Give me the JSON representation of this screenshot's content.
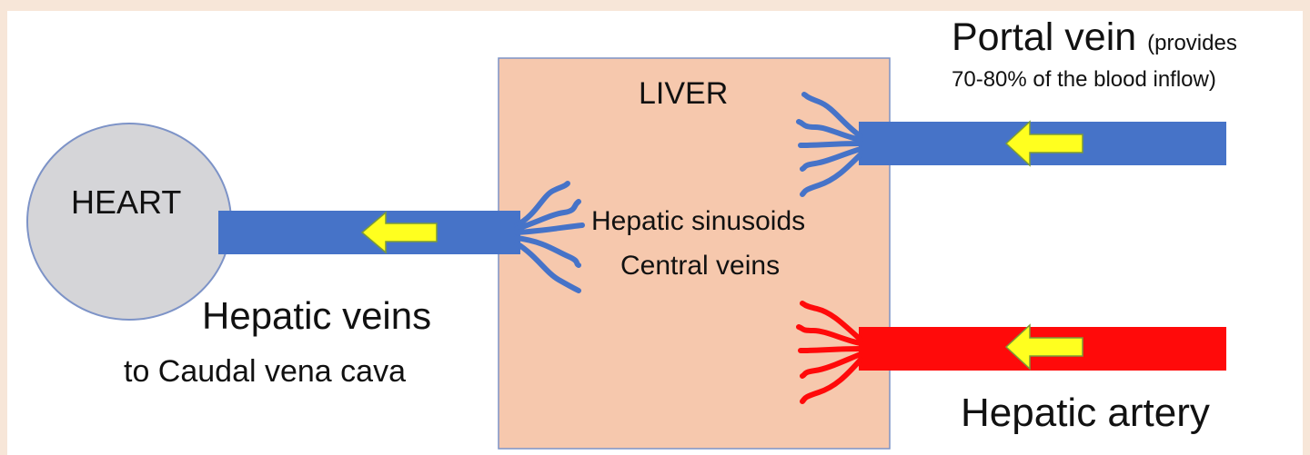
{
  "diagram": {
    "heart_label": "HEART",
    "liver_label": "LIVER",
    "sinusoids_label": "Hepatic sinusoids",
    "central_veins_label": "Central veins",
    "portal_vein": {
      "label": "Portal vein",
      "note_line1": "(provides",
      "note_line2": "70-80% of the blood inflow)"
    },
    "hepatic_artery_label": "Hepatic artery",
    "hepatic_veins": {
      "label": "Hepatic veins",
      "sublabel": "to Caudal vena cava"
    },
    "colors": {
      "heart": "#d5d5d8",
      "liver": "#f6c8ad",
      "vein": "#4673c8",
      "artery": "#ff0a0a",
      "arrow": "#ffff1f"
    }
  }
}
